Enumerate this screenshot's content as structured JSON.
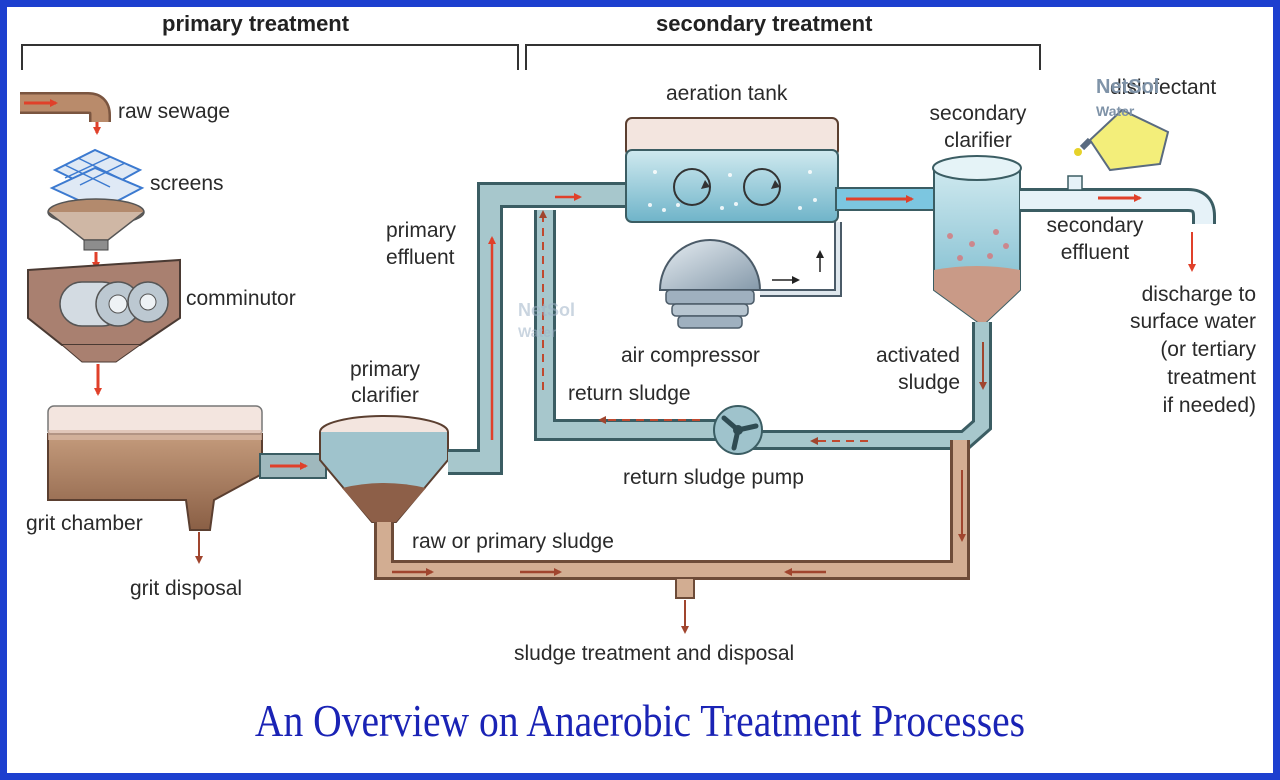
{
  "headers": {
    "primary": "primary treatment",
    "secondary": "secondary treatment"
  },
  "labels": {
    "raw_sewage": "raw sewage",
    "screens": "screens",
    "comminutor": "comminutor",
    "grit_chamber": "grit chamber",
    "grit_disposal": "grit disposal",
    "primary_clarifier_1": "primary",
    "primary_clarifier_2": "clarifier",
    "primary_effluent_1": "primary",
    "primary_effluent_2": "effluent",
    "aeration_tank": "aeration tank",
    "air_compressor": "air compressor",
    "return_sludge": "return sludge",
    "return_sludge_pump": "return sludge pump",
    "raw_or_primary_sludge": "raw or primary sludge",
    "sludge_treatment": "sludge treatment and disposal",
    "secondary_clarifier_1": "secondary",
    "secondary_clarifier_2": "clarifier",
    "activated_sludge_1": "activated",
    "activated_sludge_2": "sludge",
    "secondary_effluent_1": "secondary",
    "secondary_effluent_2": "effluent",
    "disinfectant": "disinfectant",
    "discharge_1": "discharge to",
    "discharge_2": "surface water",
    "discharge_3": "(or tertiary",
    "discharge_4": "treatment",
    "discharge_5": "if needed)"
  },
  "watermark": {
    "line1": "NetSol",
    "line2": "Water"
  },
  "caption": "An Overview on Anaerobic Treatment Processes",
  "colors": {
    "frame": "#1d3fcf",
    "caption": "#1a23b5",
    "flow_arrow": "#e0402a",
    "sludge_pipe": "#b48a6a",
    "water_pipe": "#7fb3b6",
    "clear_water": "#7cc6e0"
  }
}
